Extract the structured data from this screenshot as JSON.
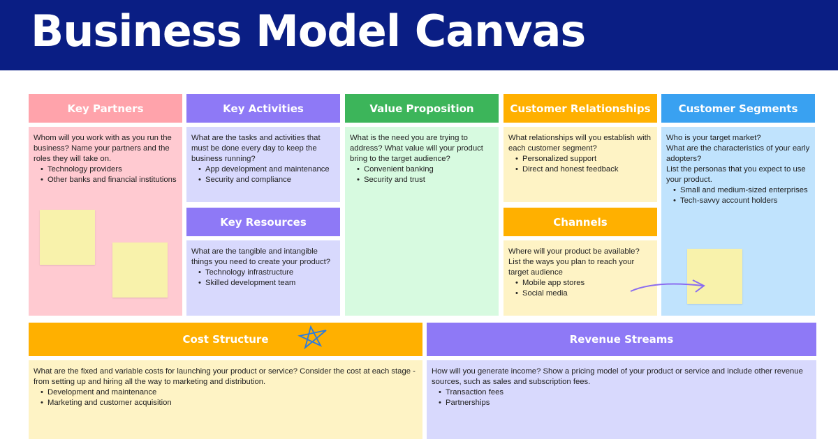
{
  "title": "Business Model Canvas",
  "blocks": {
    "key_partners": {
      "title": "Key Partners",
      "text": "Whom will you work with as you run the business? Name your partners and the roles they will take on.",
      "items": [
        "Technology providers",
        "Other banks and financial institutions"
      ]
    },
    "key_activities": {
      "title": "Key Activities",
      "text": "What are the tasks and activities that must be done every day to keep the business running?",
      "items": [
        "App development and maintenance",
        "Security and compliance"
      ]
    },
    "key_resources": {
      "title": "Key Resources",
      "text": "What are the tangible and intangible things you need to create your product?",
      "items": [
        "Technology infrastructure",
        "Skilled development team"
      ]
    },
    "value_proposition": {
      "title": "Value Proposition",
      "text": "What is the need you are trying to address? What value will your product bring to the target audience?",
      "items": [
        "Convenient banking",
        "Security and trust"
      ]
    },
    "customer_relationships": {
      "title": "Customer Relationships",
      "text": "What relationships will you establish with each customer segment?",
      "items": [
        "Personalized support",
        "Direct and honest feedback"
      ]
    },
    "channels": {
      "title": "Channels",
      "text": "Where will your product be available? List the ways you plan to reach your target audience",
      "items": [
        "Mobile app stores",
        "Social media"
      ]
    },
    "customer_segments": {
      "title": "Customer Segments",
      "text": "Who is your target market?",
      "text2": "What are the characteristics of your early adopters?",
      "text3": "List the personas that you expect to use your product.",
      "items": [
        "Small and medium-sized enterprises",
        "Tech-savvy account holders"
      ]
    },
    "cost_structure": {
      "title": "Cost Structure",
      "text": "What are the fixed and variable costs for launching your product or service? Consider the cost at each stage - from setting up and hiring all the way to marketing and distribution.",
      "items": [
        "Development and maintenance",
        "Marketing and customer acquisition"
      ]
    },
    "revenue_streams": {
      "title": "Revenue Streams",
      "text": "How will you generate income? Show a pricing model of your product or service and include other revenue sources, such as sales and subscription fees.",
      "items": [
        "Transaction fees",
        "Partnerships"
      ]
    }
  }
}
